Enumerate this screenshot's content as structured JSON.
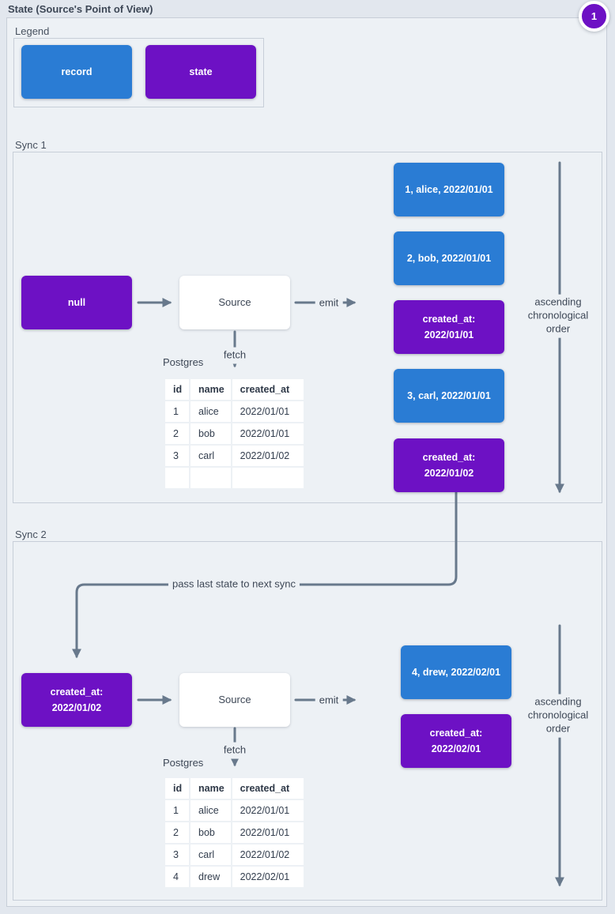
{
  "title": "State (Source's Point of View)",
  "badge": "1",
  "legend": {
    "label": "Legend",
    "record": "record",
    "state": "state"
  },
  "labels": {
    "emit": "emit",
    "fetch": "fetch",
    "postgres": "Postgres",
    "order_note": "ascending\nchronological\norder",
    "pass_state": "pass last state to next sync"
  },
  "colors": {
    "record_blue": "#2a7cd4",
    "state_purple": "#6d11c4",
    "line_gray": "#68798c",
    "panel_bg": "#edf1f5",
    "border": "#c7ced8"
  },
  "sync1": {
    "label": "Sync 1",
    "input_state": "null",
    "source": "Source",
    "records": [
      {
        "type": "record",
        "text": "1, alice, 2022/01/01"
      },
      {
        "type": "record",
        "text": "2, bob, 2022/01/01"
      },
      {
        "type": "state",
        "text": "created_at:\n2022/01/01"
      },
      {
        "type": "record",
        "text": "3, carl, 2022/01/01"
      },
      {
        "type": "state",
        "text": "created_at:\n2022/01/02"
      }
    ],
    "table": {
      "headers": [
        "id",
        "name",
        "created_at"
      ],
      "rows": [
        [
          "1",
          "alice",
          "2022/01/01"
        ],
        [
          "2",
          "bob",
          "2022/01/01"
        ],
        [
          "3",
          "carl",
          "2022/01/02"
        ],
        [
          "",
          "",
          ""
        ]
      ]
    }
  },
  "sync2": {
    "label": "Sync 2",
    "input_state": "created_at:\n2022/01/02",
    "source": "Source",
    "records": [
      {
        "type": "record",
        "text": "4, drew, 2022/02/01"
      },
      {
        "type": "state",
        "text": "created_at:\n2022/02/01"
      }
    ],
    "table": {
      "headers": [
        "id",
        "name",
        "created_at"
      ],
      "rows": [
        [
          "1",
          "alice",
          "2022/01/01"
        ],
        [
          "2",
          "bob",
          "2022/01/01"
        ],
        [
          "3",
          "carl",
          "2022/01/02"
        ],
        [
          "4",
          "drew",
          "2022/02/01"
        ]
      ]
    }
  }
}
